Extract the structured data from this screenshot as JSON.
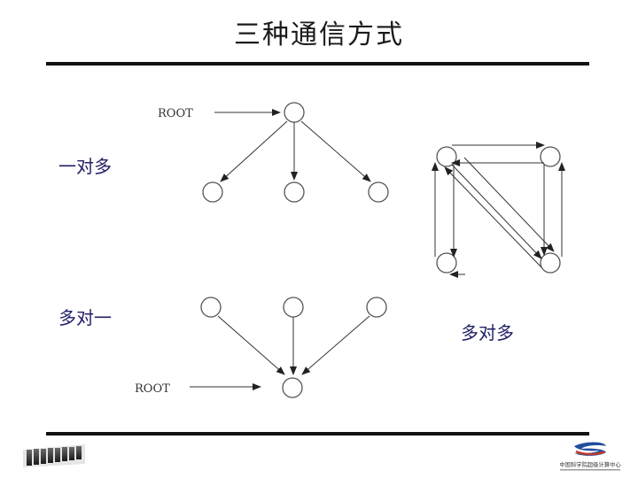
{
  "title": "三种通信方式",
  "labels": {
    "one_to_many": "一对多",
    "many_to_one": "多对一",
    "many_to_many": "多对多"
  },
  "diagrams": {
    "one_to_many_root": "ROOT",
    "many_to_one_root": "ROOT"
  },
  "footer": {
    "logo_caption": "中国科学院超级计算中心",
    "logo_colors": [
      "#c0392b",
      "#1f4e9c"
    ]
  }
}
